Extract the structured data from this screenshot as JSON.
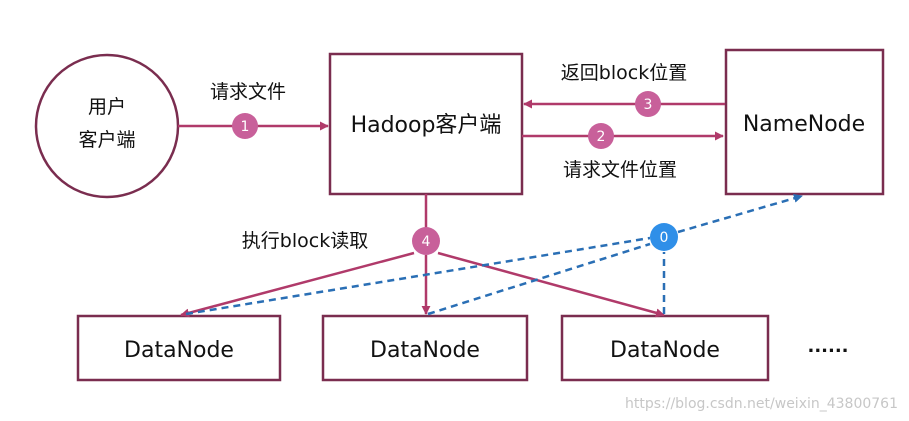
{
  "user_client": {
    "line1": "用户",
    "line2": "客户端"
  },
  "hadoop_client": {
    "label": "Hadoop客户端"
  },
  "namenode": {
    "label": "NameNode"
  },
  "datanodes": [
    {
      "label": "DataNode"
    },
    {
      "label": "DataNode"
    },
    {
      "label": "DataNode"
    }
  ],
  "ellipsis": "......",
  "steps": {
    "request_file": {
      "number": "1",
      "label": "请求文件"
    },
    "request_file_location": {
      "number": "2",
      "label": "请求文件位置"
    },
    "return_block_location": {
      "number": "3",
      "label": "返回block位置"
    },
    "read_block": {
      "number": "4",
      "label": "执行block读取"
    },
    "datanode_report": {
      "number": "0"
    }
  },
  "watermark": "https://blog.csdn.net/weixin_43800761",
  "colors": {
    "outline": "#7a2d4f",
    "arrow": "#b03a6a",
    "step_badge": "#c8609a",
    "report_badge": "#2f8fe8",
    "report_arrow": "#2a6fb5",
    "watermark": "#c7c7c7"
  }
}
